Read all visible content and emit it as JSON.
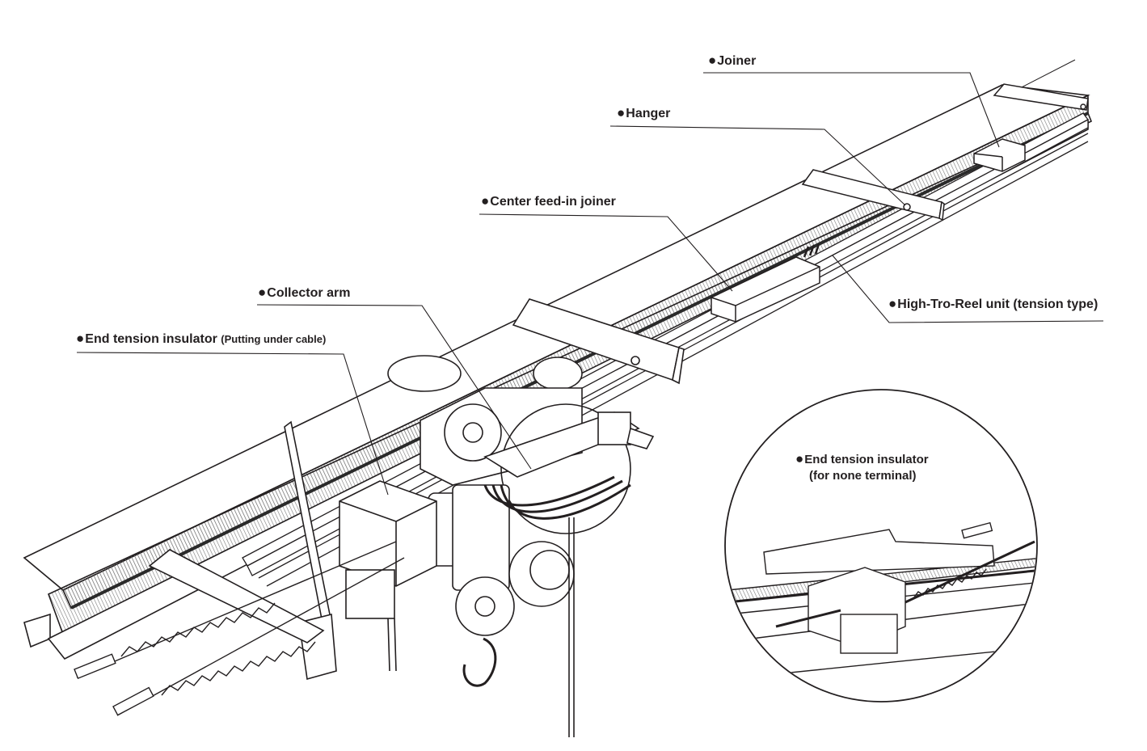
{
  "labels": {
    "joiner": "Joiner",
    "hanger": "Hanger",
    "center_feed_in_joiner": "Center feed-in joiner",
    "high_tro_reel_unit": "High-Tro-Reel unit (tension type)",
    "collector_arm": "Collector arm",
    "end_tension_insulator": "End tension insulator",
    "end_tension_insulator_note": "(Putting under cable)",
    "inset_end_tension_insulator": "End tension insulator",
    "inset_end_tension_insulator_note": "(for none terminal)"
  },
  "bullet": "●",
  "colors": {
    "line": "#231f20",
    "background": "#ffffff",
    "rail_dark": "#3a3a3a",
    "rail_hatch": "#8a8a8a"
  }
}
